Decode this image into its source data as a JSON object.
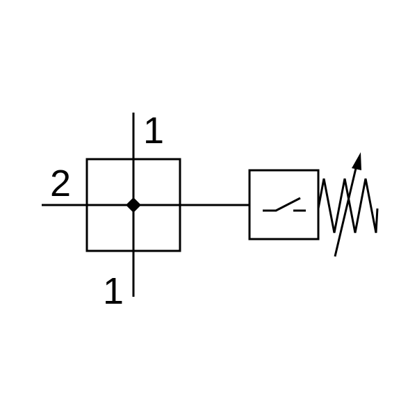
{
  "symbol": {
    "ports": {
      "top": "1",
      "left": "2",
      "bottom": "1"
    },
    "icons": {
      "junction": "junction-dot-icon",
      "switch": "switch-contact-icon",
      "spring": "adjustable-spring-icon"
    },
    "colors": {
      "line": "#000000",
      "background": "#ffffff"
    }
  }
}
